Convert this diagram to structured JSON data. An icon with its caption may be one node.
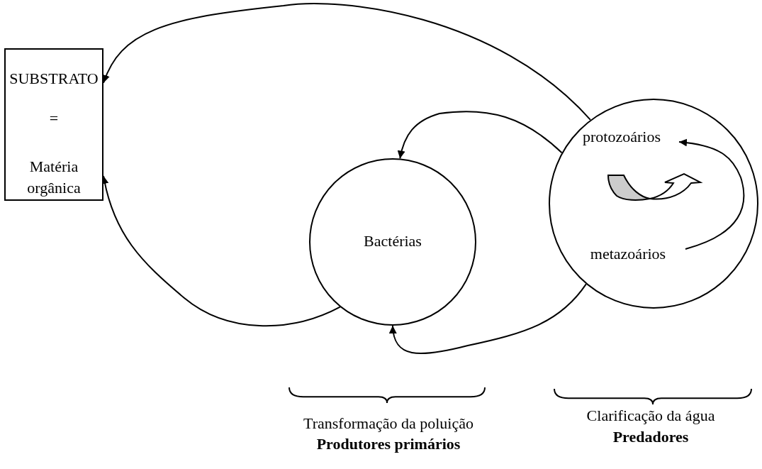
{
  "diagram": {
    "nodes": [
      {
        "text": [
          "SUBSTRATO",
          "=",
          "Matéria orgânica"
        ]
      },
      {
        "text": [
          "Bactérias"
        ]
      },
      {
        "text": [],
        "shape": "circle"
      },
      {
        "text": [
          "protozoários"
        ],
        "in": 2
      },
      {
        "text": [
          "metazoários"
        ],
        "in": 2
      }
    ],
    "edges": [
      {
        "from": 2,
        "to": 0,
        "arrow": "to"
      },
      {
        "from": 2,
        "to": 1,
        "arrow": "to"
      },
      {
        "from": 1,
        "to": 0,
        "arrow": "to"
      },
      {
        "from": 2,
        "to": 1,
        "arrow": "to"
      },
      {
        "from": 4,
        "to": 3,
        "arrow": "to"
      }
    ],
    "labels": [
      "Transformação da poluição",
      "Produtores primários",
      "Clarificação da água",
      "Predadores"
    ]
  }
}
